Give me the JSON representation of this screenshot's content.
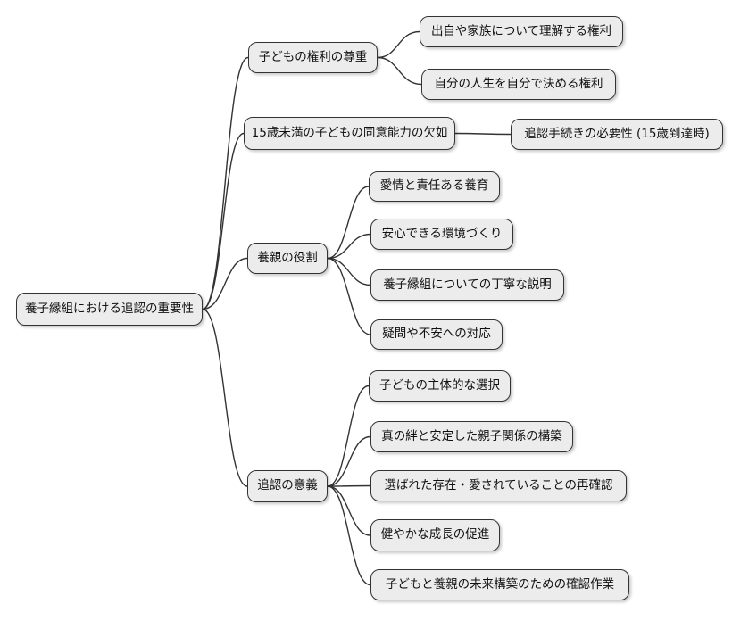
{
  "diagram": {
    "type": "mindmap",
    "background_color": "#ffffff",
    "node_fill_color": "#ececec",
    "node_border_color": "#333333",
    "edge_color": "#333333",
    "text_color": "#111111",
    "root": {
      "label": "養子縁組における追認の重要性"
    },
    "branches": [
      {
        "label": "子どもの権利の尊重",
        "children": [
          {
            "label": "出自や家族について理解する権利"
          },
          {
            "label": "自分の人生を自分で決める権利"
          }
        ]
      },
      {
        "label": "15歳未満の子どもの同意能力の欠如",
        "children": [
          {
            "label": "追認手続きの必要性 (15歳到達時)"
          }
        ]
      },
      {
        "label": "養親の役割",
        "children": [
          {
            "label": "愛情と責任ある養育"
          },
          {
            "label": "安心できる環境づくり"
          },
          {
            "label": "養子縁組についての丁寧な説明"
          },
          {
            "label": "疑問や不安への対応"
          }
        ]
      },
      {
        "label": "追認の意義",
        "children": [
          {
            "label": "子どもの主体的な選択"
          },
          {
            "label": "真の絆と安定した親子関係の構築"
          },
          {
            "label": "選ばれた存在・愛されていることの再確認"
          },
          {
            "label": "健やかな成長の促進"
          },
          {
            "label": "子どもと養親の未来構築のための確認作業"
          }
        ]
      }
    ]
  }
}
